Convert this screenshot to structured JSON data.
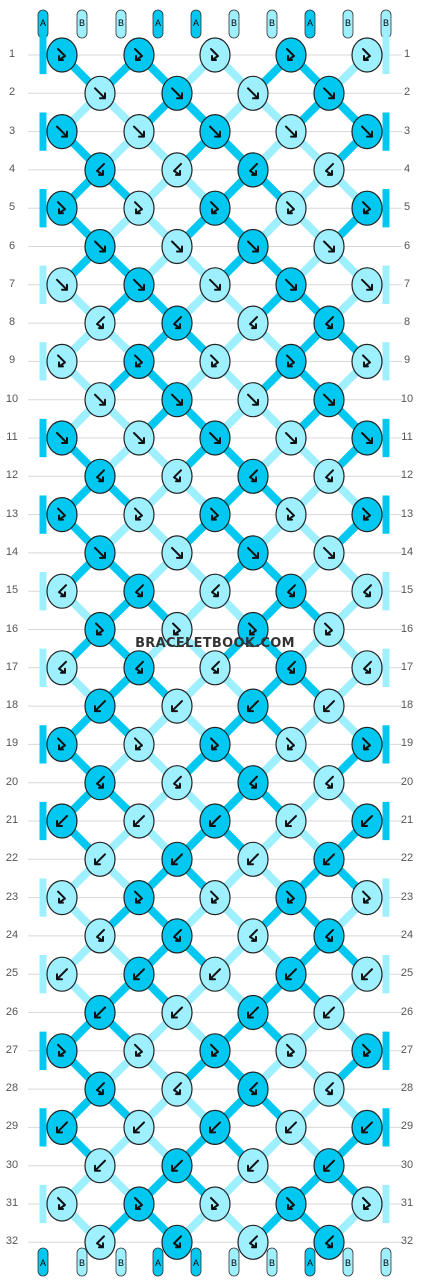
{
  "pattern": {
    "colors": {
      "A": "#00c8f0",
      "B": "#9ef0ff"
    },
    "strands": [
      "A",
      "B",
      "B",
      "A",
      "A",
      "B",
      "B",
      "A",
      "B",
      "B"
    ],
    "row_count": 32,
    "row_labels": [
      "1",
      "2",
      "3",
      "4",
      "5",
      "6",
      "7",
      "8",
      "9",
      "10",
      "11",
      "12",
      "13",
      "14",
      "15",
      "16",
      "17",
      "18",
      "19",
      "20",
      "21",
      "22",
      "23",
      "24",
      "25",
      "26",
      "27",
      "28",
      "29",
      "30",
      "31",
      "32"
    ],
    "watermark": "BRACELETBOOK.COM",
    "rows": [
      [
        "A:fb",
        "A:fb",
        "B:fb",
        "A:fb",
        "B:fb"
      ],
      [
        "B:f",
        "A:f",
        "B:f",
        "A:f"
      ],
      [
        "A:f",
        "B:f",
        "A:f",
        "B:f",
        "A:f"
      ],
      [
        "A:bf",
        "B:bf",
        "A:bf",
        "B:bf"
      ],
      [
        "A:fb",
        "B:fb",
        "A:fb",
        "B:fb",
        "A:fb"
      ],
      [
        "A:f",
        "B:f",
        "A:f",
        "B:f"
      ],
      [
        "B:f",
        "A:f",
        "B:f",
        "A:f",
        "B:f"
      ],
      [
        "B:bf",
        "A:bf",
        "B:bf",
        "A:bf"
      ],
      [
        "B:fb",
        "A:fb",
        "B:fb",
        "A:fb",
        "B:fb"
      ],
      [
        "B:f",
        "A:f",
        "B:f",
        "A:f"
      ],
      [
        "A:f",
        "B:f",
        "A:f",
        "B:f",
        "A:f"
      ],
      [
        "A:bf",
        "B:bf",
        "A:bf",
        "B:bf"
      ],
      [
        "A:fb",
        "B:fb",
        "A:fb",
        "B:fb",
        "A:fb"
      ],
      [
        "A:f",
        "B:f",
        "A:f",
        "B:f"
      ],
      [
        "B:bf",
        "A:bf",
        "B:bf",
        "A:bf",
        "B:bf"
      ],
      [
        "A:fb",
        "B:fb",
        "A:fb",
        "B:fb"
      ],
      [
        "B:bf",
        "A:bf",
        "B:bf",
        "A:bf",
        "B:bf"
      ],
      [
        "A:b",
        "B:b",
        "A:b",
        "B:b"
      ],
      [
        "A:fb",
        "B:fb",
        "A:fb",
        "B:fb",
        "A:fb"
      ],
      [
        "A:bf",
        "B:bf",
        "A:bf",
        "B:bf"
      ],
      [
        "A:b",
        "B:b",
        "A:b",
        "B:b",
        "A:b"
      ],
      [
        "B:b",
        "A:b",
        "B:b",
        "A:b"
      ],
      [
        "B:fb",
        "A:fb",
        "B:fb",
        "A:fb",
        "B:fb"
      ],
      [
        "B:bf",
        "A:bf",
        "B:bf",
        "A:bf"
      ],
      [
        "B:b",
        "A:b",
        "B:b",
        "A:b",
        "B:b"
      ],
      [
        "A:b",
        "B:b",
        "A:b",
        "B:b"
      ],
      [
        "A:fb",
        "B:fb",
        "A:fb",
        "B:fb",
        "A:fb"
      ],
      [
        "A:bf",
        "B:bf",
        "A:bf",
        "B:bf"
      ],
      [
        "A:b",
        "B:b",
        "A:b",
        "B:b",
        "A:b"
      ],
      [
        "B:b",
        "A:b",
        "B:b",
        "A:b"
      ],
      [
        "B:fb",
        "A:fb",
        "B:fb",
        "A:fb",
        "B:fb"
      ],
      [
        "B:bf",
        "A:bf",
        "B:bf",
        "A:bf"
      ]
    ]
  }
}
